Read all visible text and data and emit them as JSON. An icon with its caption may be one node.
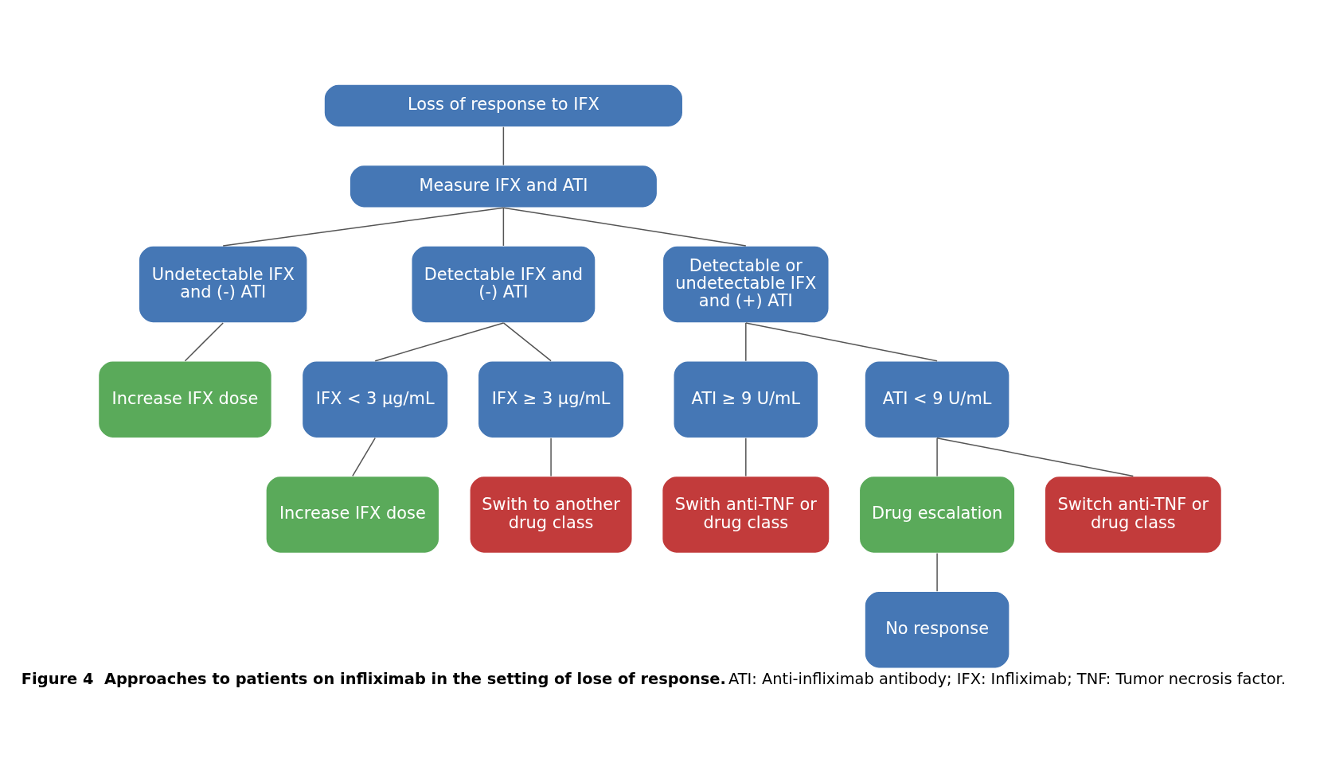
{
  "diagram": {
    "caption": "**Figure 4  Approaches to patients on infliximab in the setting of lose of response.** ATI: Anti-infliximab antibody; IFX: Infliximab; TNF: Tumor necrosis factor.",
    "nodes": [
      {
        "text": [
          "Loss of response to IFX"
        ]
      },
      {
        "text": [
          "Measure IFX and ATI"
        ]
      },
      {
        "text": [
          "Undetectable IFX and (-) ATI"
        ]
      },
      {
        "text": [
          "Detectable IFX and (-) ATI"
        ]
      },
      {
        "text": [
          "Detectable or undetectable IFX and (+) ATI"
        ]
      },
      {
        "text": [
          "Increase IFX dose"
        ]
      },
      {
        "text": [
          "IFX < 3 μg/mL"
        ]
      },
      {
        "text": [
          "IFX ≥ 3 μg/mL"
        ]
      },
      {
        "text": [
          "ATI ≥ 9 U/mL"
        ]
      },
      {
        "text": [
          "ATI < 9 U/mL"
        ]
      },
      {
        "text": [
          "Increase IFX dose"
        ]
      },
      {
        "text": [
          "Swith to another drug class"
        ]
      },
      {
        "text": [
          "Swith anti-TNF or drug class"
        ]
      },
      {
        "text": [
          "Drug escalation"
        ]
      },
      {
        "text": [
          "Switch anti-TNF or drug class"
        ]
      },
      {
        "text": [
          "No response"
        ]
      }
    ],
    "edges": [
      {
        "from": 0,
        "to": 1,
        "arrow": "none"
      },
      {
        "from": 1,
        "to": 2,
        "arrow": "none"
      },
      {
        "from": 1,
        "to": 3,
        "arrow": "none"
      },
      {
        "from": 1,
        "to": 4,
        "arrow": "none"
      },
      {
        "from": 2,
        "to": 5,
        "arrow": "none"
      },
      {
        "from": 3,
        "to": 6,
        "arrow": "none"
      },
      {
        "from": 3,
        "to": 7,
        "arrow": "none"
      },
      {
        "from": 4,
        "to": 8,
        "arrow": "none"
      },
      {
        "from": 4,
        "to": 9,
        "arrow": "none"
      },
      {
        "from": 6,
        "to": 10,
        "arrow": "none"
      },
      {
        "from": 7,
        "to": 11,
        "arrow": "none"
      },
      {
        "from": 8,
        "to": 12,
        "arrow": "none"
      },
      {
        "from": 9,
        "to": 13,
        "arrow": "none"
      },
      {
        "from": 9,
        "to": 14,
        "arrow": "none"
      },
      {
        "from": 13,
        "to": 15,
        "arrow": "none"
      }
    ]
  }
}
